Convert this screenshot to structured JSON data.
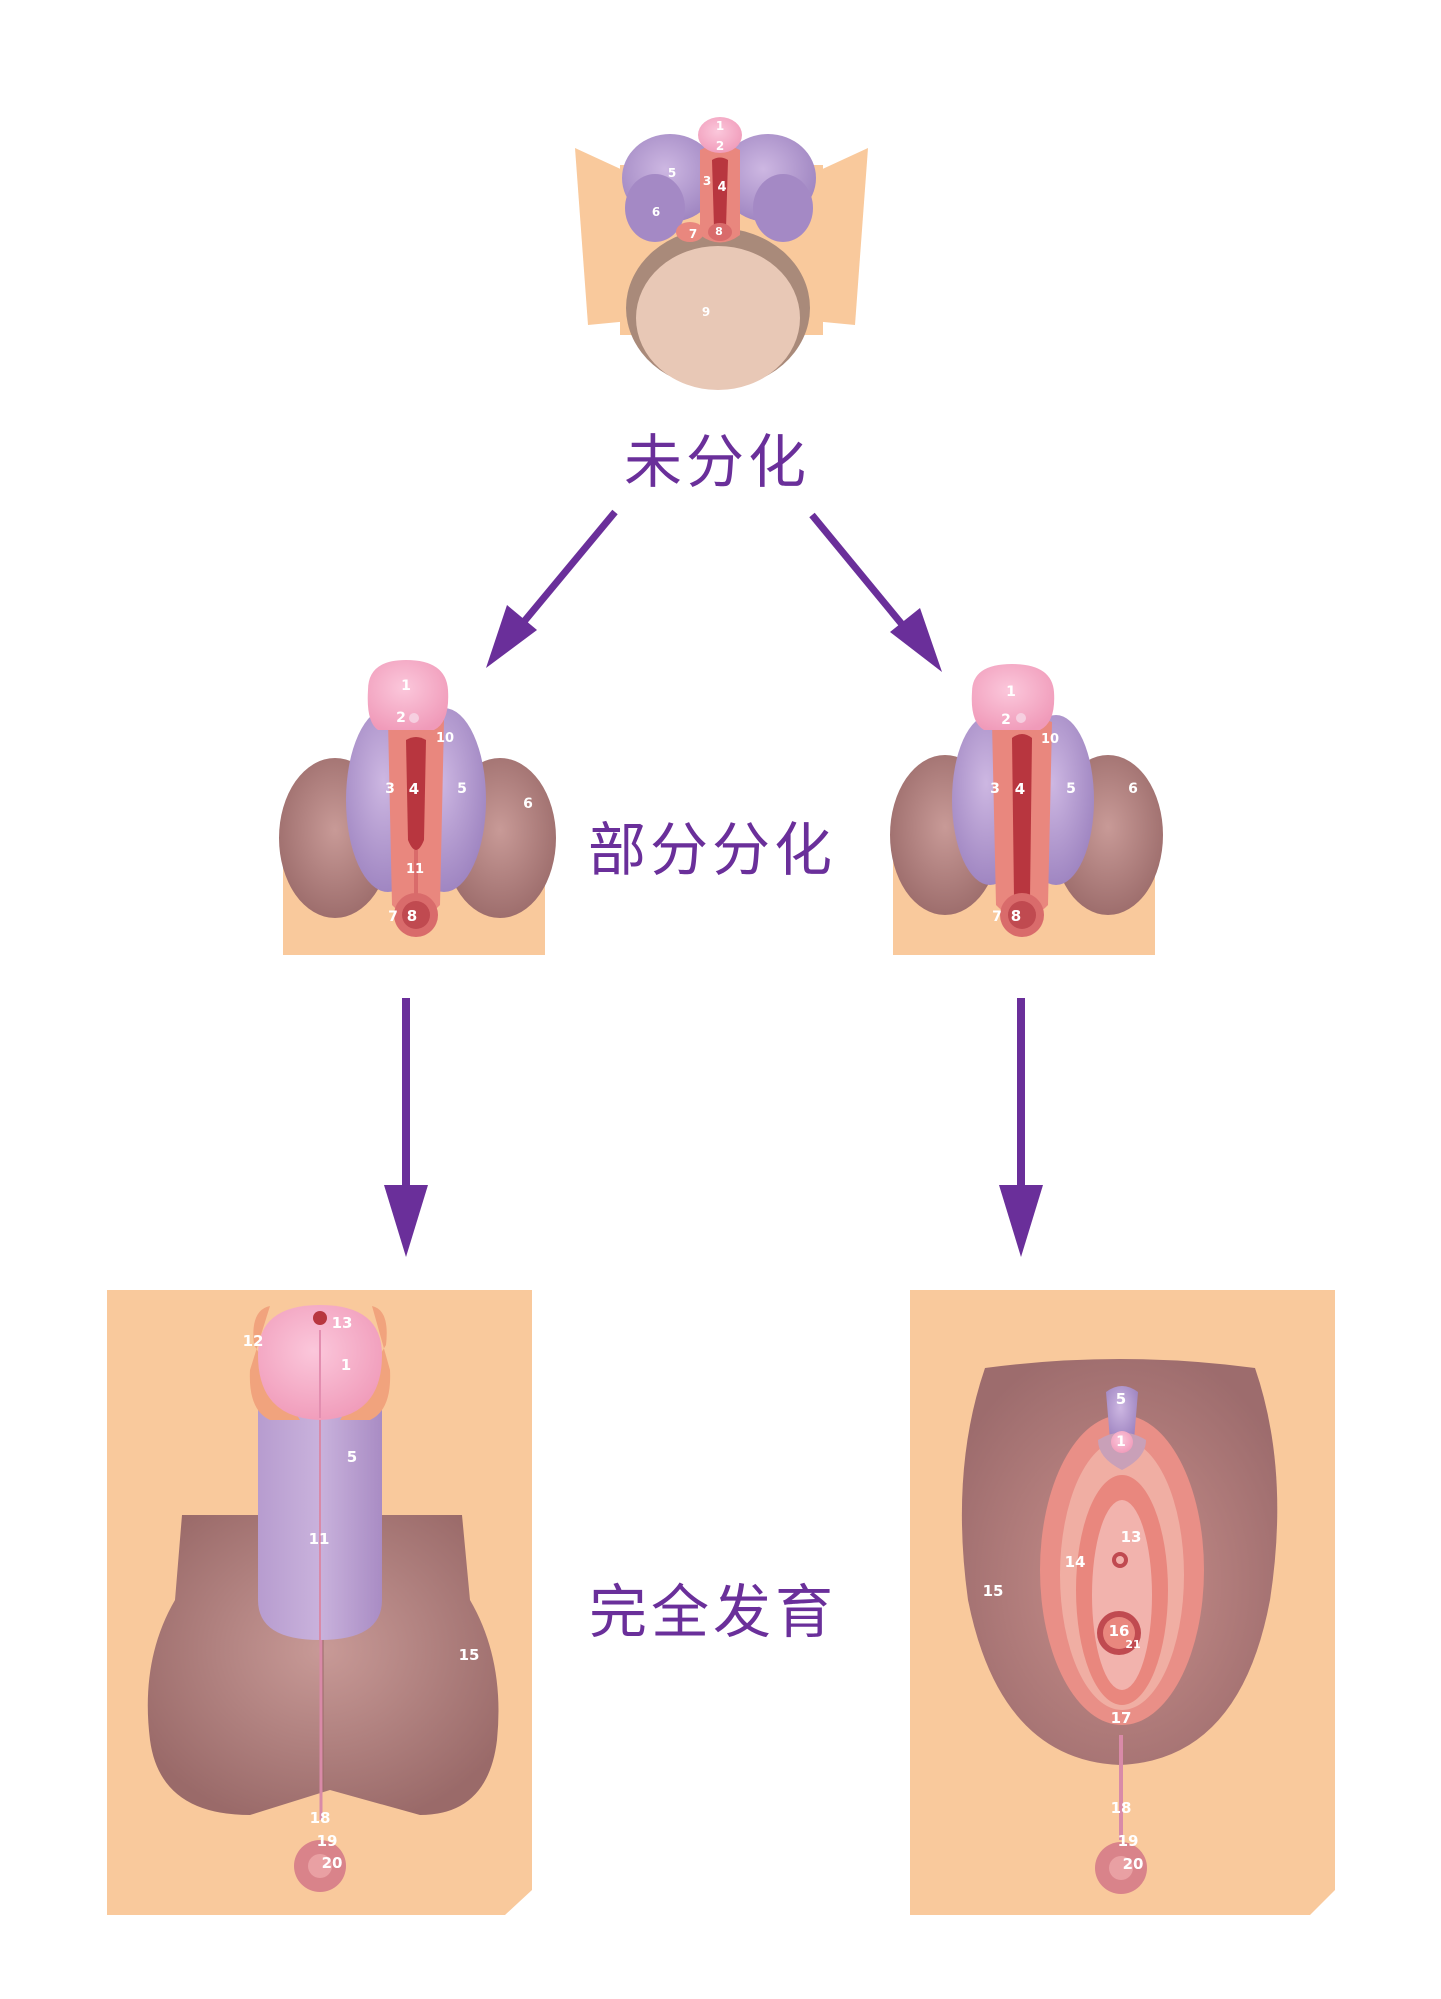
{
  "stages": {
    "undifferentiated": "未分化",
    "partial": "部分分化",
    "full": "完全发育"
  },
  "colors": {
    "accent": "#6a2f9a",
    "skin": "#f9c99c",
    "glans": "#f6aac6",
    "purple": "#b59ad0",
    "brown": "#b07c7a",
    "red": "#b8363f",
    "fold": "#e9877e"
  },
  "labels": {
    "top": [
      "1",
      "2",
      "3",
      "4",
      "5",
      "6",
      "7",
      "8",
      "9"
    ],
    "mid_left": [
      "1",
      "2",
      "10",
      "3",
      "4",
      "5",
      "6",
      "11",
      "7",
      "8"
    ],
    "mid_right": [
      "1",
      "2",
      "10",
      "3",
      "4",
      "5",
      "6",
      "7",
      "8"
    ],
    "bottom_left": [
      "12",
      "13",
      "1",
      "5",
      "11",
      "15",
      "18",
      "19",
      "20"
    ],
    "bottom_right": [
      "5",
      "1",
      "13",
      "14",
      "15",
      "16",
      "21",
      "17",
      "18",
      "19",
      "20"
    ]
  }
}
